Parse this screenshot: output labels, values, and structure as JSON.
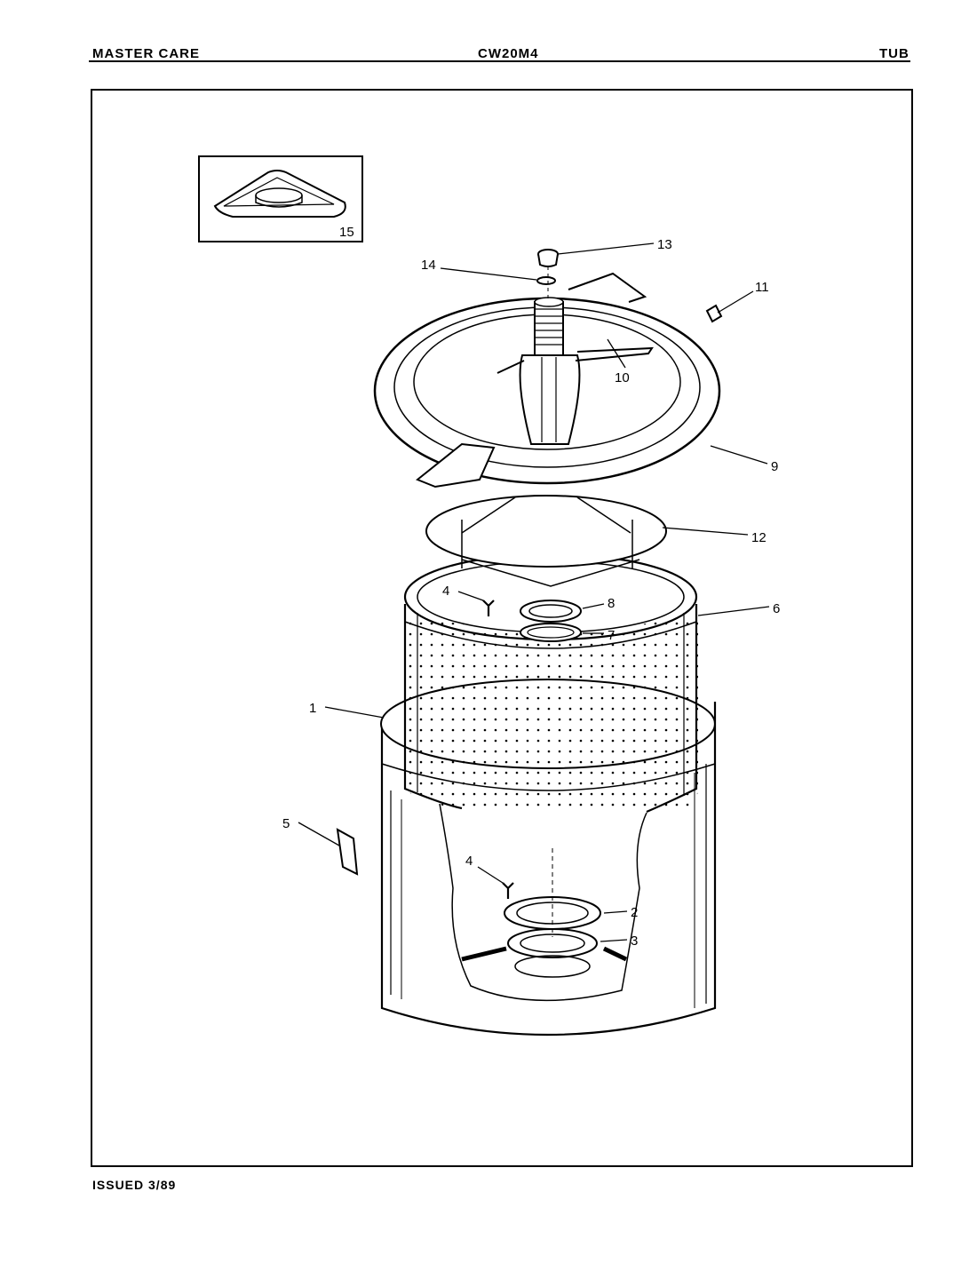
{
  "header": {
    "brand": "MASTER CARE",
    "model": "CW20M4",
    "section": "TUB"
  },
  "footer": {
    "issued": "ISSUED 3/89"
  },
  "diagram": {
    "callouts": [
      "1",
      "2",
      "3",
      "4",
      "4",
      "5",
      "6",
      "7",
      "8",
      "9",
      "10",
      "11",
      "12",
      "13",
      "14",
      "15"
    ],
    "parts": [
      "outer-tub",
      "tub-seal-2",
      "tub-seal-3",
      "screw",
      "screw",
      "label",
      "spin-basket",
      "basket-ring",
      "basket-seal",
      "tub-cover",
      "agitator",
      "clip",
      "basket-liner",
      "agitator-cap",
      "washer",
      "tub-cover-inset"
    ]
  }
}
